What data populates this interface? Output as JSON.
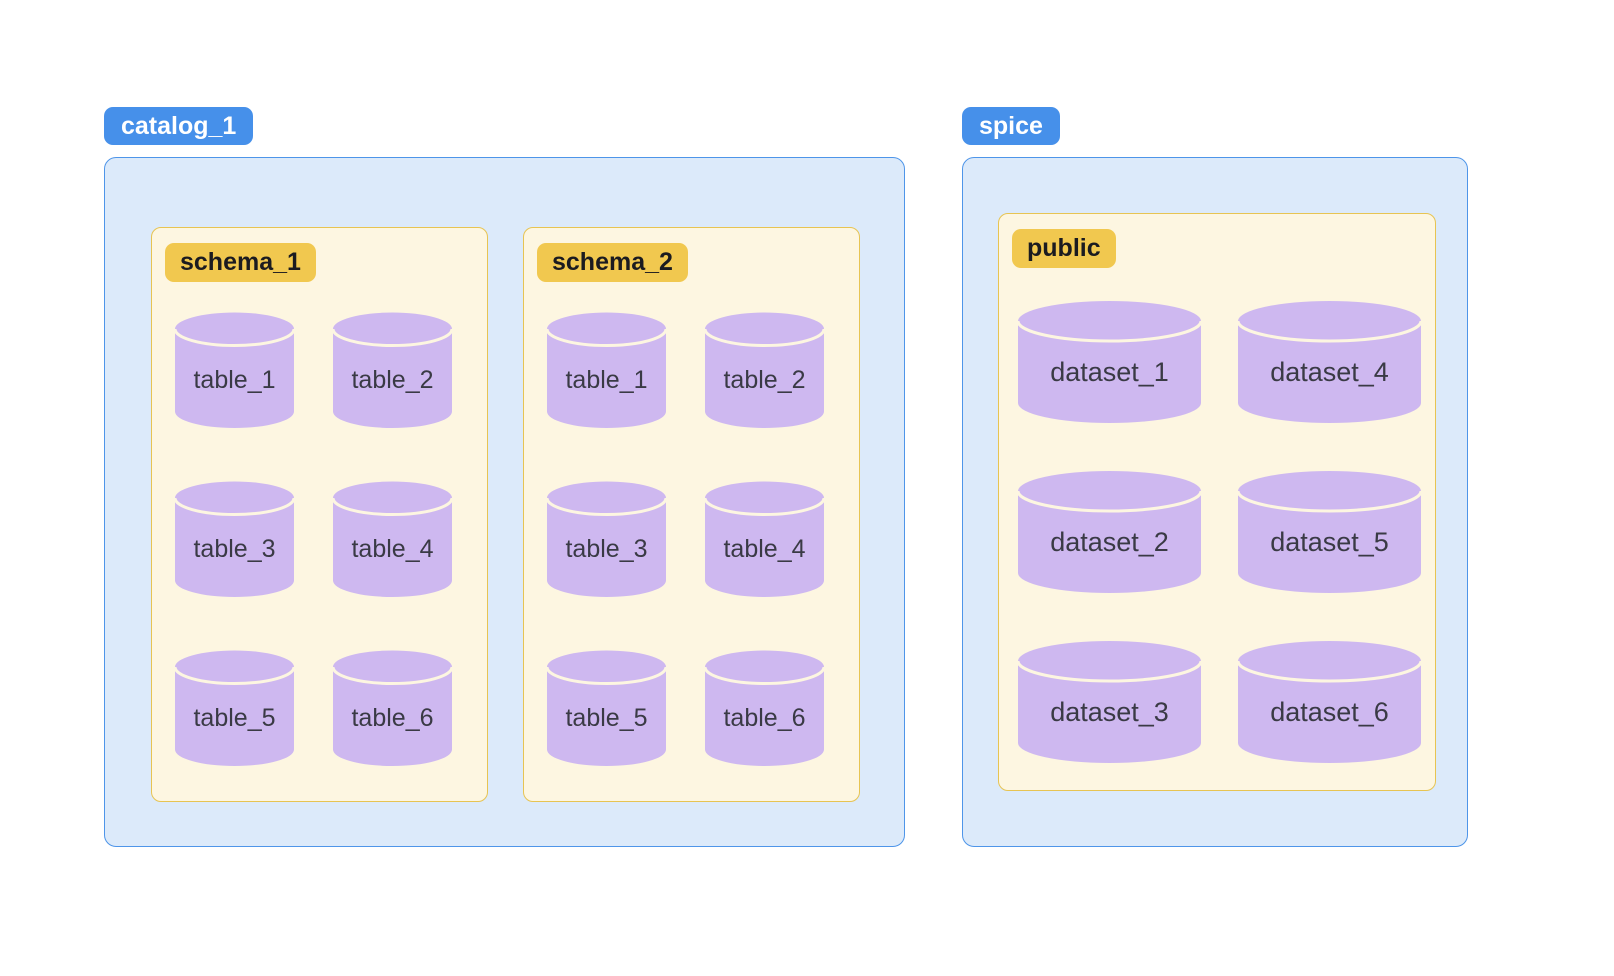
{
  "colors": {
    "catalog_badge": "#4690EA",
    "catalog_badge_text": "#FFFFFF",
    "container_fill": "#DCEAFA",
    "container_border": "#4E95E9",
    "schema_badge": "#F1C84F",
    "schema_badge_text": "#1B1B20",
    "schema_fill": "#FDF6E1",
    "schema_border": "#E7C452",
    "cylinder_fill": "#CEB8F0",
    "cylinder_label_text": "#3A3A45"
  },
  "catalogs": [
    {
      "name": "catalog_1",
      "schemas": [
        {
          "name": "schema_1",
          "tables": [
            "table_1",
            "table_2",
            "table_3",
            "table_4",
            "table_5",
            "table_6"
          ]
        },
        {
          "name": "schema_2",
          "tables": [
            "table_1",
            "table_2",
            "table_3",
            "table_4",
            "table_5",
            "table_6"
          ]
        }
      ]
    },
    {
      "name": "spice",
      "schemas": [
        {
          "name": "public",
          "tables": [
            "dataset_1",
            "dataset_2",
            "dataset_3",
            "dataset_4",
            "dataset_5",
            "dataset_6"
          ]
        }
      ]
    }
  ]
}
